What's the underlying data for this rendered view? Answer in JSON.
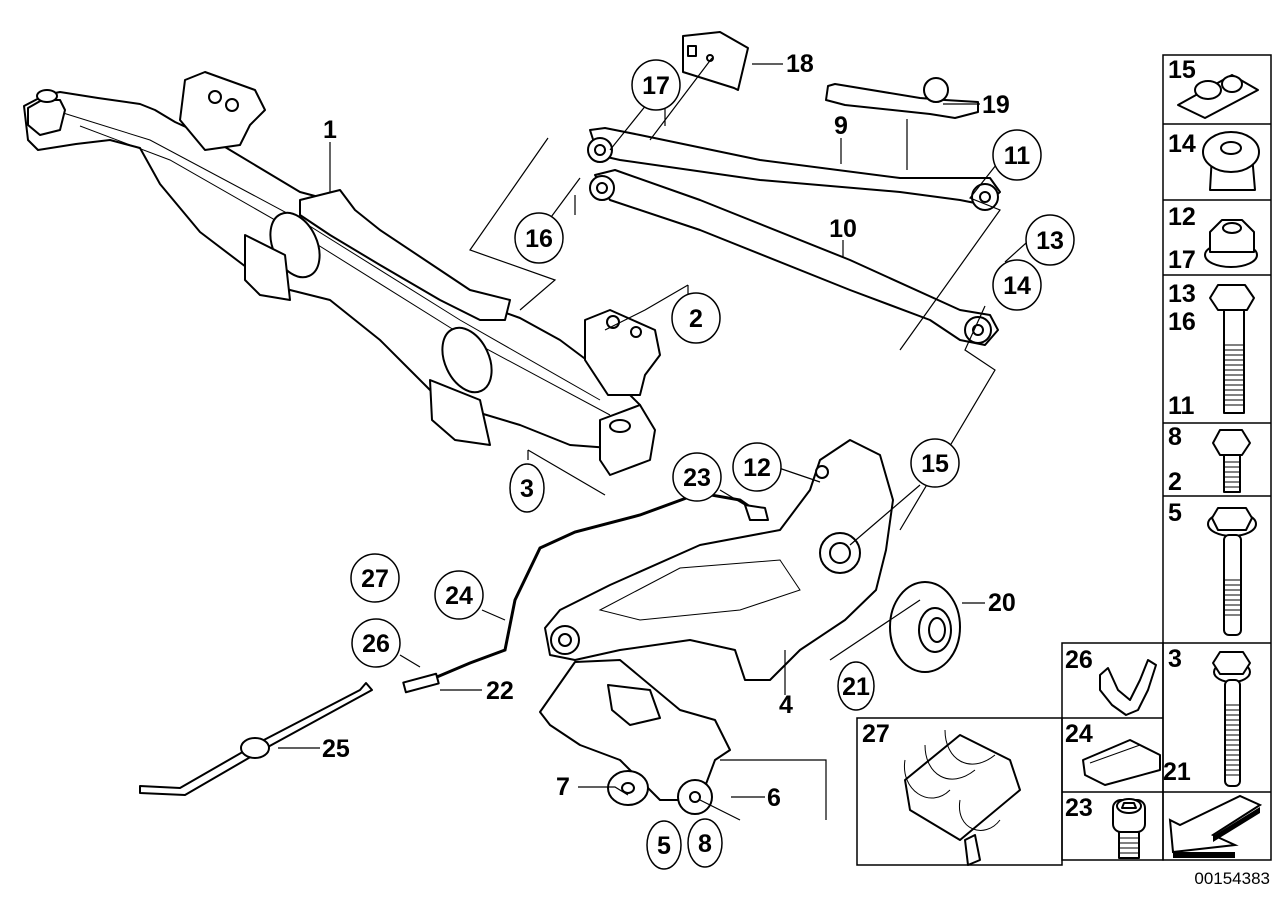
{
  "diagram": {
    "type": "exploded parts diagram",
    "subject": "Rear axle carrier, control arms, wheel carrier and fasteners",
    "document_number": "00154383",
    "callouts_circled": [
      {
        "id": "c17",
        "label": "17"
      },
      {
        "id": "c16",
        "label": "16"
      },
      {
        "id": "c11",
        "label": "11"
      },
      {
        "id": "c13",
        "label": "13"
      },
      {
        "id": "c14",
        "label": "14"
      },
      {
        "id": "c2",
        "label": "2"
      },
      {
        "id": "c3",
        "label": "3"
      },
      {
        "id": "c12",
        "label": "12"
      },
      {
        "id": "c23",
        "label": "23"
      },
      {
        "id": "c15",
        "label": "15"
      },
      {
        "id": "c27",
        "label": "27"
      },
      {
        "id": "c24",
        "label": "24"
      },
      {
        "id": "c26",
        "label": "26"
      },
      {
        "id": "c21",
        "label": "21"
      },
      {
        "id": "c5",
        "label": "5"
      },
      {
        "id": "c8",
        "label": "8"
      }
    ],
    "labels_plain": [
      {
        "id": "l1",
        "label": "1"
      },
      {
        "id": "l18",
        "label": "18"
      },
      {
        "id": "l19",
        "label": "19"
      },
      {
        "id": "l9",
        "label": "9"
      },
      {
        "id": "l10",
        "label": "10"
      },
      {
        "id": "l20",
        "label": "20"
      },
      {
        "id": "l4",
        "label": "4"
      },
      {
        "id": "l22",
        "label": "22"
      },
      {
        "id": "l25",
        "label": "25"
      },
      {
        "id": "l7",
        "label": "7"
      },
      {
        "id": "l6",
        "label": "6"
      }
    ],
    "fastener_panels": [
      {
        "id": "p15",
        "labels": [
          "15"
        ],
        "part": "cage nut"
      },
      {
        "id": "p14",
        "labels": [
          "14"
        ],
        "part": "rubber mount"
      },
      {
        "id": "p12",
        "labels": [
          "12",
          "17"
        ],
        "part": "hex collar nut"
      },
      {
        "id": "p13",
        "labels": [
          "13",
          "16",
          "11"
        ],
        "part": "hex bolt"
      },
      {
        "id": "p8",
        "labels": [
          "8",
          "2"
        ],
        "part": "short hex bolt"
      },
      {
        "id": "p5",
        "labels": [
          "5"
        ],
        "part": "collar bolt"
      },
      {
        "id": "p26",
        "labels": [
          "26"
        ],
        "part": "cable clip"
      },
      {
        "id": "p3",
        "labels": [
          "3",
          "21"
        ],
        "part": "long hex bolt"
      },
      {
        "id": "p27",
        "labels": [
          "27"
        ],
        "part": "multi-line holder"
      },
      {
        "id": "p24",
        "labels": [
          "24"
        ],
        "part": "cable clamp"
      },
      {
        "id": "p23",
        "labels": [
          "23"
        ],
        "part": "socket head screw"
      },
      {
        "id": "parrow",
        "labels": [],
        "part": "direction arrow"
      }
    ]
  }
}
